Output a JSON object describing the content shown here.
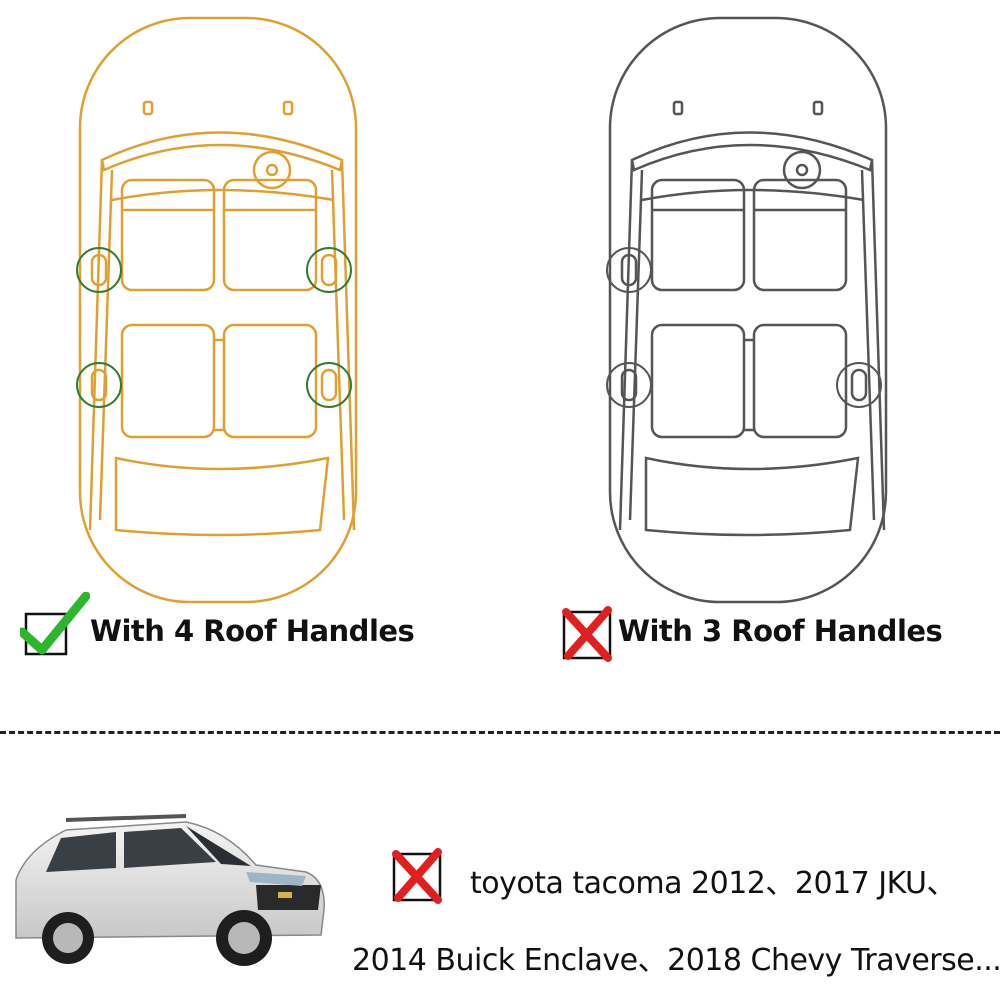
{
  "compatible": {
    "label": "With 4 Roof Handles",
    "color": "#E0A030",
    "icon": "check-icon",
    "handles": 4
  },
  "incompatible": {
    "label": "With 3 Roof Handles",
    "color": "#555555",
    "icon": "x-mark-icon",
    "handles": 3
  },
  "exclusions": {
    "line1": "toyota tacoma 2012、2017 JKU、",
    "line2": "2014 Buick Enclave、2018 Chevy Traverse...",
    "icon": "x-mark-icon"
  },
  "colors": {
    "check": "#2DB52D",
    "cross": "#E02020",
    "handle_circle": "#2E7D32"
  }
}
